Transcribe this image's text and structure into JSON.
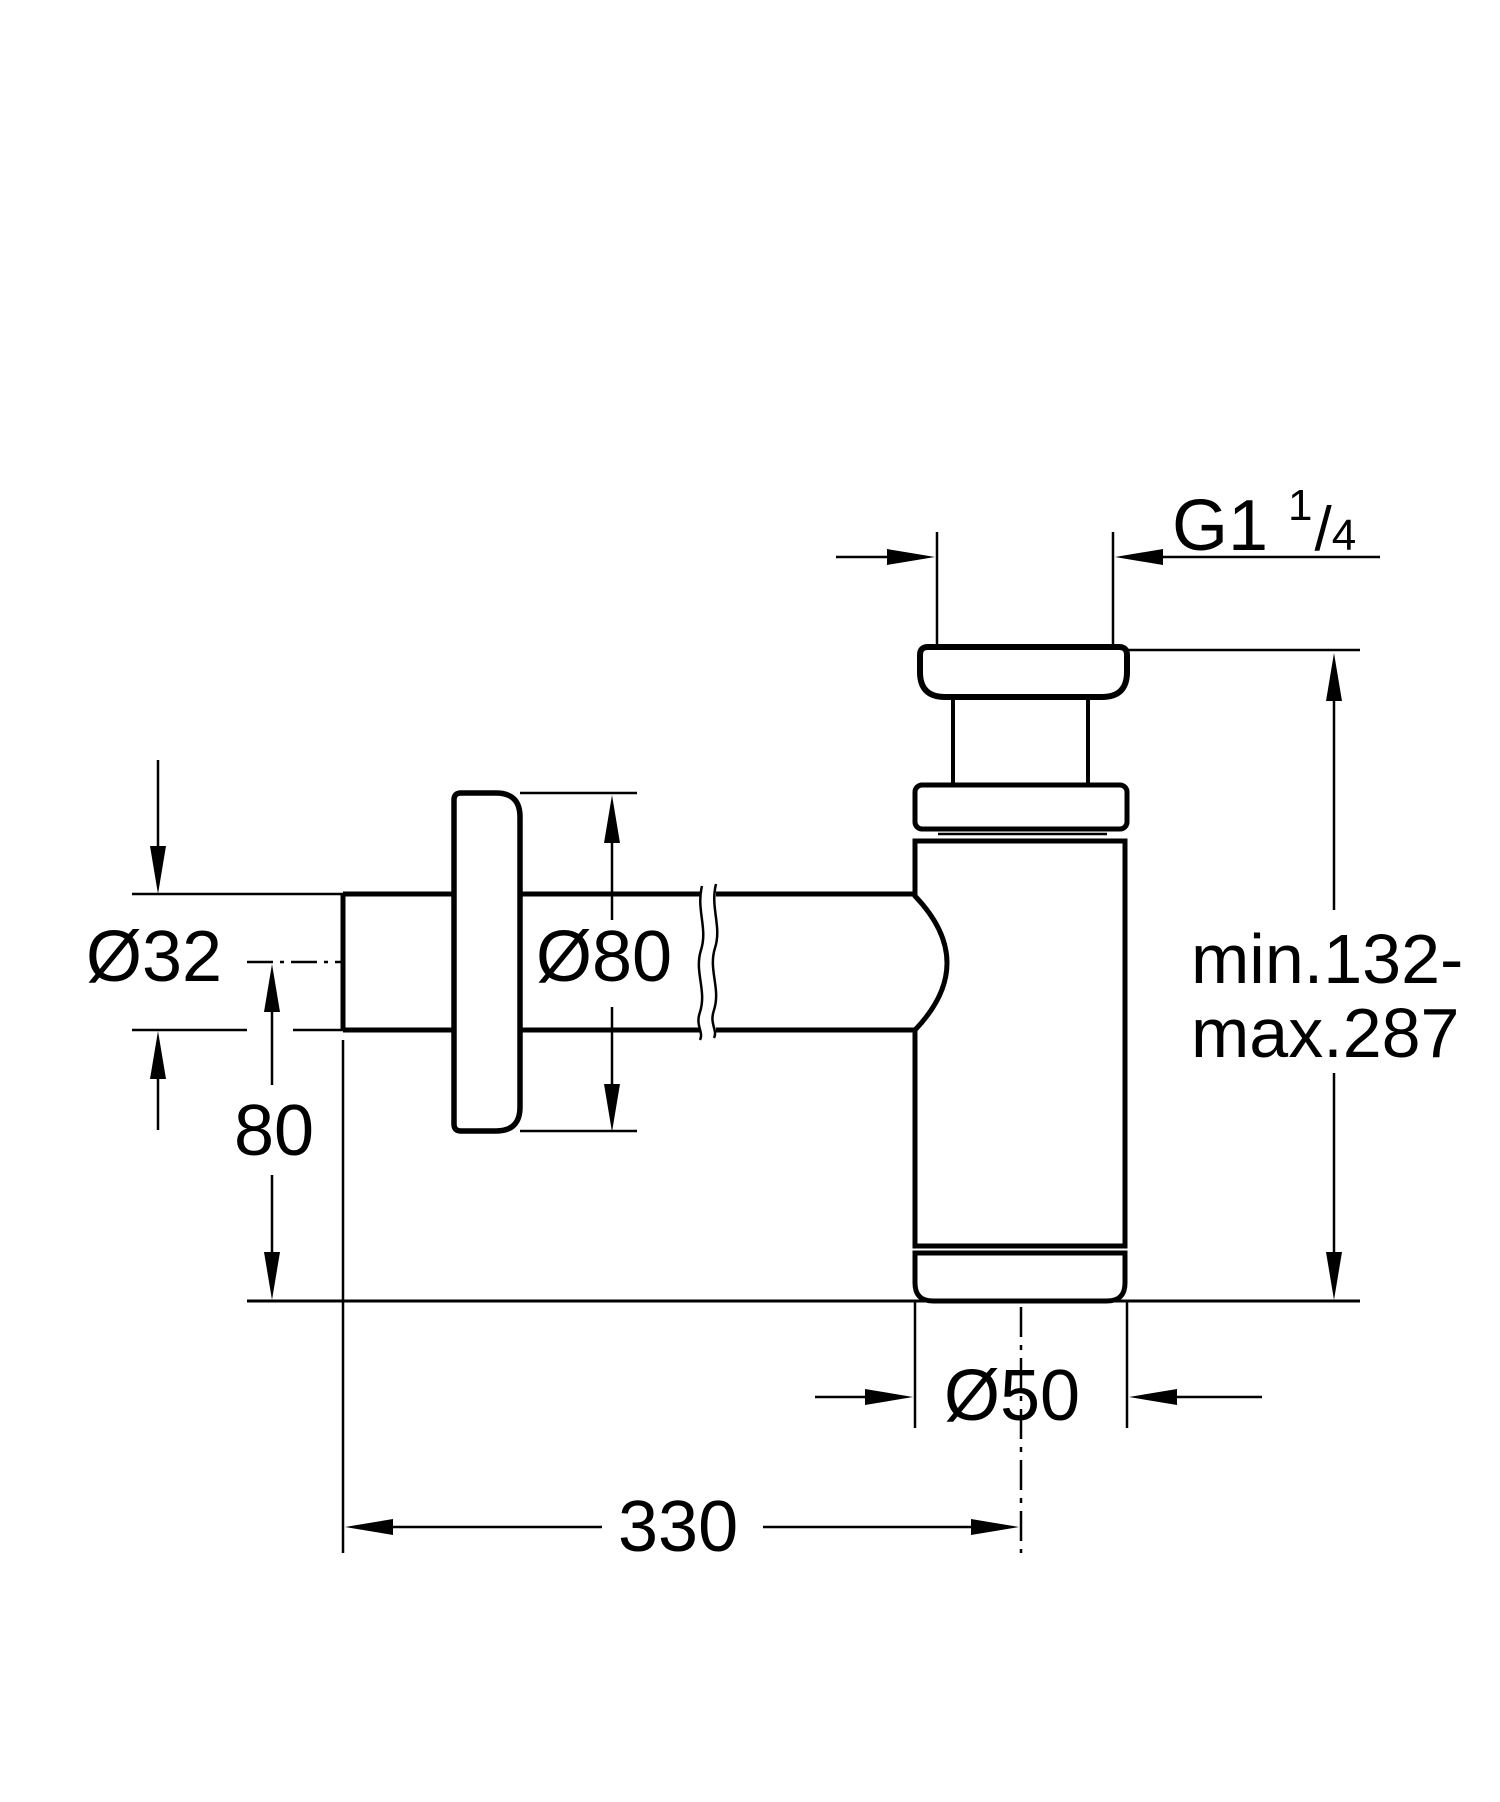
{
  "drawing": {
    "background_color": "#ffffff",
    "line_color": "#000000",
    "labels": {
      "thread": {
        "prefix": "G1",
        "sup": "1",
        "slash": "/",
        "sub": "4"
      },
      "pipe_diameter": "Ø32",
      "flange_diameter": "Ø80",
      "center_height": "80",
      "height_range_line1": "min.132-",
      "height_range_line2": "max.287",
      "body_diameter": "Ø50",
      "total_length": "330"
    }
  }
}
